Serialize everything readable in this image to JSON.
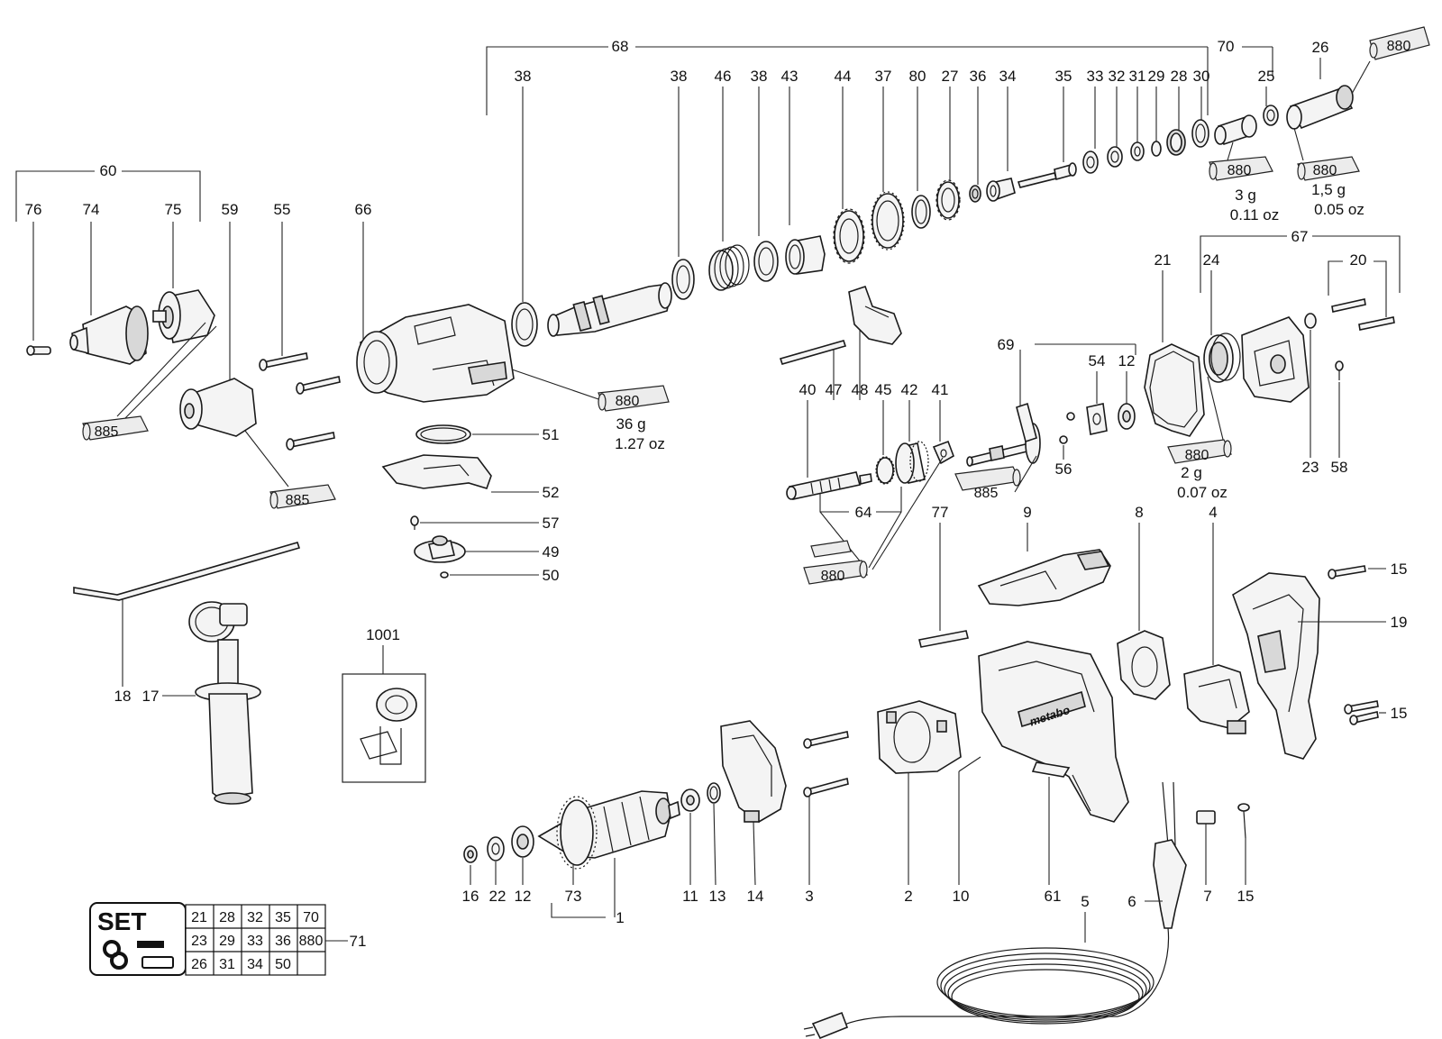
{
  "diagram": {
    "labels": {
      "p68": "68",
      "p70": "70",
      "p25": "25",
      "p26": "26",
      "p38a": "38",
      "p38b": "38",
      "p46": "46",
      "p38c": "38",
      "p43": "43",
      "p44": "44",
      "p37": "37",
      "p80": "80",
      "p27": "27",
      "p36": "36",
      "p34": "34",
      "p35": "35",
      "p33": "33",
      "p32": "32",
      "p31": "31",
      "p29": "29",
      "p28": "28",
      "p30": "30",
      "p60": "60",
      "p76": "76",
      "p74": "74",
      "p75": "75",
      "p59": "59",
      "p55": "55",
      "p66": "66",
      "p67": "67",
      "p21": "21",
      "p24": "24",
      "p20": "20",
      "p69": "69",
      "p54": "54",
      "p12a": "12",
      "p23": "23",
      "p58": "58",
      "p40": "40",
      "p47": "47",
      "p48": "48",
      "p45": "45",
      "p42": "42",
      "p41": "41",
      "p64": "64",
      "p56": "56",
      "p51": "51",
      "p52": "52",
      "p57": "57",
      "p49": "49",
      "p50": "50",
      "p77": "77",
      "p9": "9",
      "p8": "8",
      "p4": "4",
      "p15a": "15",
      "p19": "19",
      "p15b": "15",
      "p18": "18",
      "p17": "17",
      "p1001": "1001",
      "p16": "16",
      "p22": "22",
      "p12b": "12",
      "p73": "73",
      "p1": "1",
      "p11": "11",
      "p13": "13",
      "p14": "14",
      "p3": "3",
      "p2": "2",
      "p10": "10",
      "p61": "61",
      "p5": "5",
      "p6": "6",
      "p7": "7",
      "p15c": "15",
      "p71": "71"
    },
    "lubricants": {
      "t880a": "880",
      "t880b": "880",
      "t880c": "880",
      "t880d": "880",
      "t880e": "880",
      "t880f": "880",
      "t885a": "885",
      "t885b": "885",
      "t885c": "885",
      "q36g": "36 g",
      "q127oz": "1.27 oz",
      "q3g": "3 g",
      "q011oz": "0.11 oz",
      "q15g": "1,5 g",
      "q005oz": "0.05 oz",
      "q2g": "2 g",
      "q007oz": "0.07 oz"
    },
    "brand": "metabo",
    "set_table": {
      "title": "SET",
      "rows": [
        [
          "21",
          "28",
          "32",
          "35",
          "70"
        ],
        [
          "23",
          "29",
          "33",
          "36",
          "880"
        ],
        [
          "26",
          "31",
          "34",
          "50",
          ""
        ]
      ]
    }
  }
}
